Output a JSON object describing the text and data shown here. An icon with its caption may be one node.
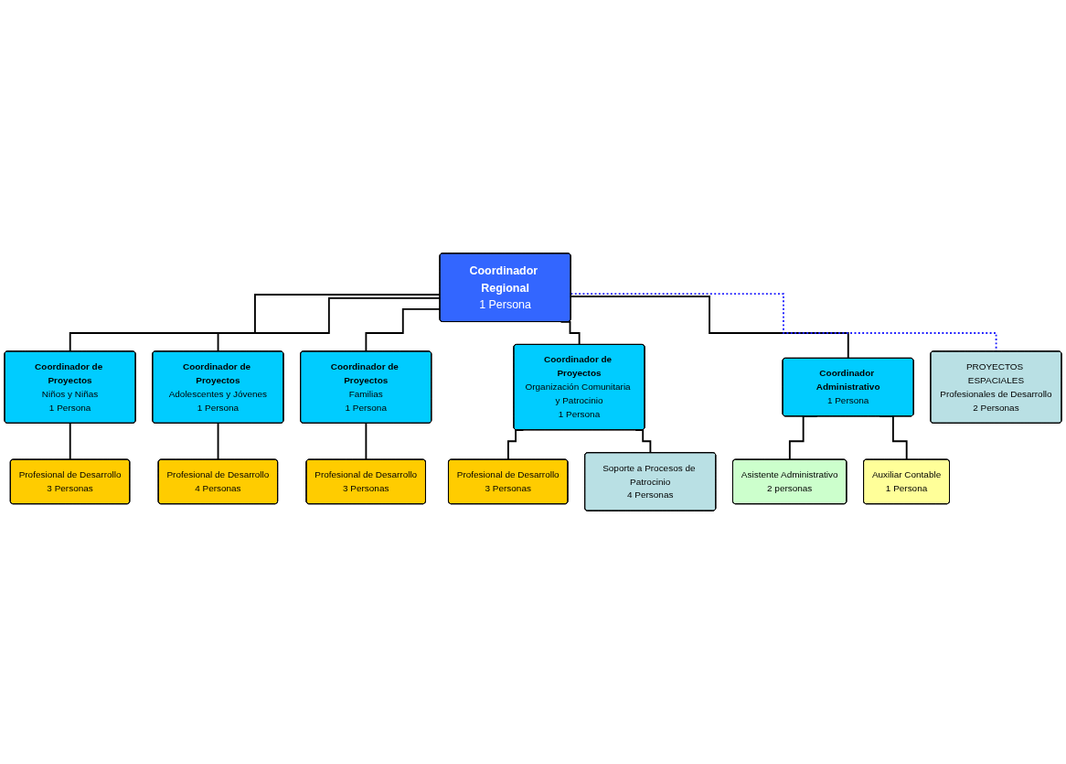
{
  "diagram": {
    "nodes": [
      {
        "text": [
          "Coordinador Regional",
          "1 Persona"
        ]
      },
      {
        "text": [
          "Coordinador de Proyectos",
          "Niños y Niñas",
          "1 Persona"
        ]
      },
      {
        "text": [
          "Profesional de Desarrollo",
          "3 Personas"
        ]
      },
      {
        "text": [
          "Coordinador de Proyectos",
          "Adolescentes y Jóvenes",
          "1 Persona"
        ]
      },
      {
        "text": [
          "Profesional de Desarrollo",
          "4 Personas"
        ]
      },
      {
        "text": [
          "Coordinador de Proyectos",
          "Familias",
          "1 Persona"
        ]
      },
      {
        "text": [
          "Profesional de Desarrollo",
          "3 Personas"
        ]
      },
      {
        "text": [
          "Coordinador de Proyectos",
          "Organización Comunitaria y Patrocinio",
          "1 Persona"
        ]
      },
      {
        "text": [
          "Profesional de Desarrollo",
          "3 Personas"
        ]
      },
      {
        "text": [
          "Soporte a Procesos de Patrocinio",
          "4 Personas"
        ]
      },
      {
        "text": [
          "Coordinador Administrativo",
          "1 Persona"
        ]
      },
      {
        "text": [
          "PROYECTOS ESPACIALES",
          "Profesionales de Desarrollo",
          "2 Personas"
        ]
      },
      {
        "text": [
          "Asistente Administrativo",
          "2 personas"
        ]
      },
      {
        "text": [
          "Auxiliar Contable",
          "1 Persona"
        ]
      }
    ],
    "edges": [
      {
        "from": 0,
        "to": 1,
        "arrow": "none"
      },
      {
        "from": 0,
        "to": 3,
        "arrow": "none"
      },
      {
        "from": 1,
        "to": 2,
        "arrow": "none"
      },
      {
        "from": 3,
        "to": 4,
        "arrow": "none"
      },
      {
        "from": 0,
        "to": 5,
        "arrow": "none"
      },
      {
        "from": 0,
        "to": 7,
        "arrow": "none"
      },
      {
        "from": 5,
        "to": 6,
        "arrow": "none"
      },
      {
        "from": 7,
        "to": 8,
        "arrow": "none"
      },
      {
        "from": 7,
        "to": 9,
        "arrow": "none"
      },
      {
        "from": 0,
        "to": 10,
        "arrow": "none"
      },
      {
        "from": 0,
        "to": 11,
        "arrow": "none",
        "style": "dashed",
        "color": "#1a1aff"
      },
      {
        "from": 10,
        "to": 12,
        "arrow": "none"
      },
      {
        "from": 10,
        "to": 13,
        "arrow": "none"
      }
    ]
  }
}
